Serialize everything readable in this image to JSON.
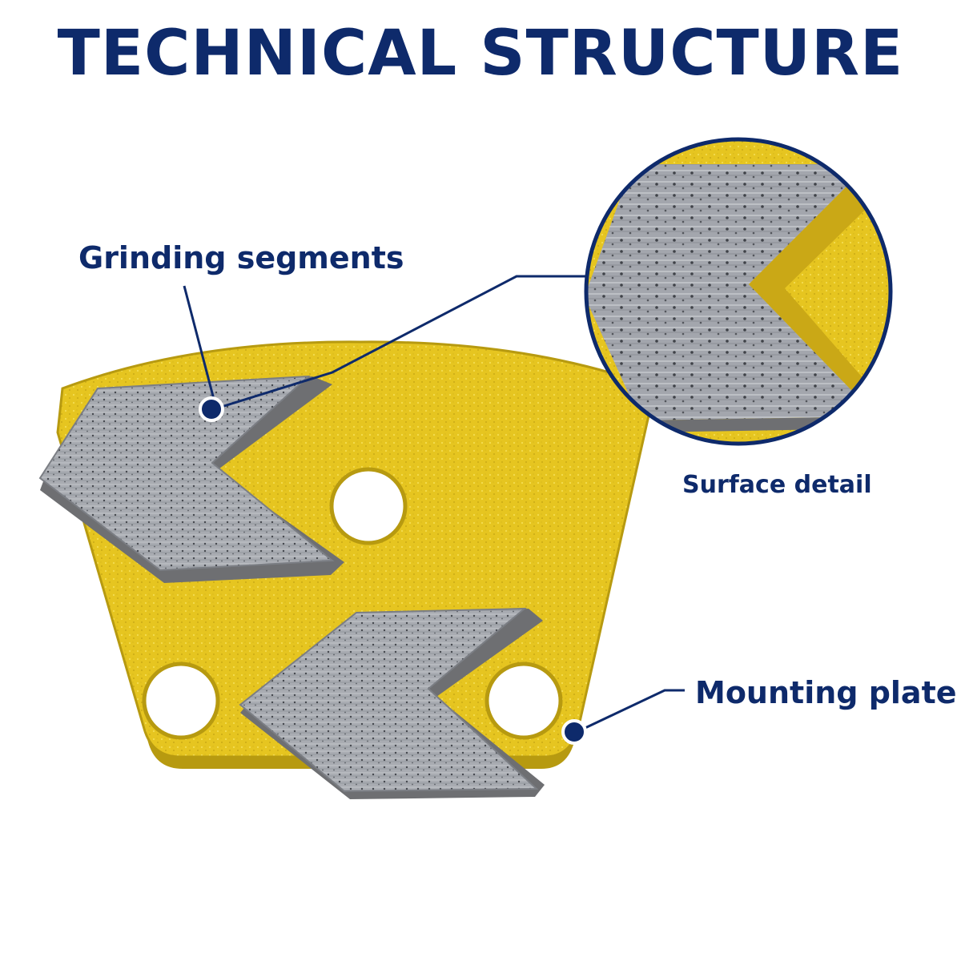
{
  "title": "TECHNICAL STRUCTURE",
  "callouts": {
    "grinding_segments": "Grinding segments",
    "surface_detail": "Surface detail",
    "mounting_plate": "Mounting plate"
  },
  "colors": {
    "title": "#0e2a6b",
    "plate": "#e6c520",
    "plate_dark": "#b79a10",
    "segment": "#a7aab0",
    "segment_dark": "#55585e",
    "marker": "#0e2a6b"
  },
  "icons": {
    "marker": "circle-dot-icon"
  }
}
